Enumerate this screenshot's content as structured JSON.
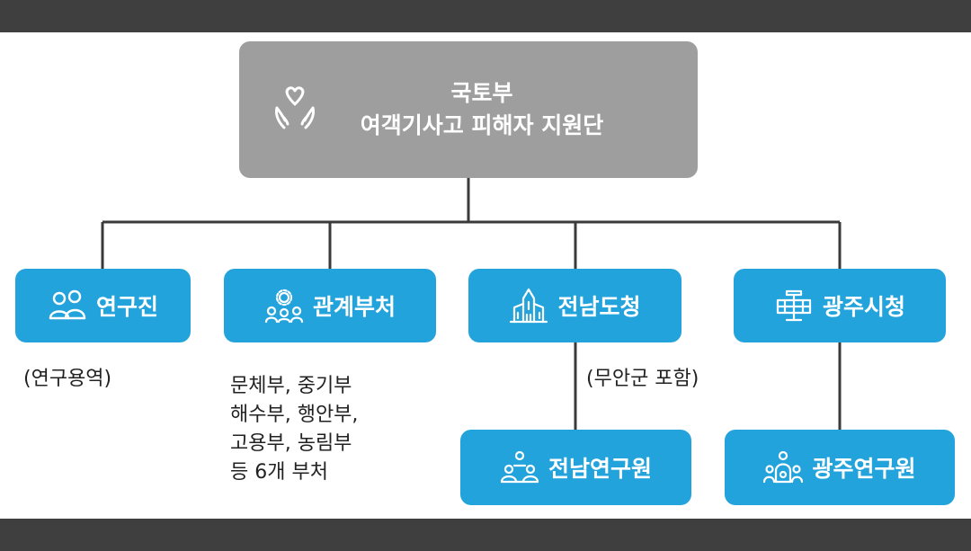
{
  "root": {
    "line1": "국토부",
    "line2": "여객기사고 피해자 지원단",
    "icon": "heart-hands-icon"
  },
  "nodes": [
    {
      "label": "연구진",
      "icon": "people-group-icon"
    },
    {
      "label": "관계부처",
      "icon": "network-gear-icon"
    },
    {
      "label": "전남도청",
      "icon": "government-building-icon"
    },
    {
      "label": "광주시청",
      "icon": "city-hall-icon"
    },
    {
      "label": "전남연구원",
      "icon": "research-people-icon"
    },
    {
      "label": "광주연구원",
      "icon": "research-people-icon"
    }
  ],
  "notes": {
    "research": "(연구용역)",
    "ministries": [
      "문체부, 중기부",
      "해수부, 행안부,",
      "고용부, 농림부",
      "등 6개 부처"
    ],
    "muan": "(무안군 포함)"
  },
  "colors": {
    "root": "#9e9e9e",
    "node": "#23a3dc",
    "band": "#3f3f3f",
    "line": "#3a3a3a"
  }
}
